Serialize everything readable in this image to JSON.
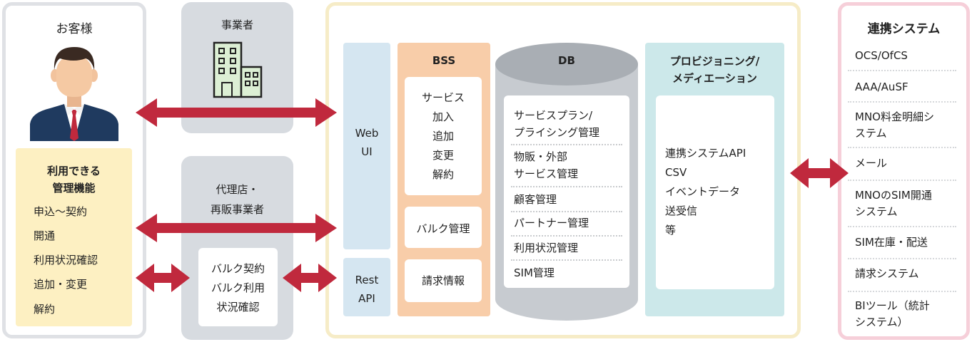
{
  "colors": {
    "arrow": "#c0293d",
    "customer_border": "#dfe1e5",
    "features_bg": "#fdf0c2",
    "gray_panel": "#d7dbe0",
    "system_border": "#f6ecc7",
    "webui_bg": "#d5e6f1",
    "bss_bg": "#f8cda9",
    "db_body": "#c7cbd0",
    "provisioning_bg": "#cce8ea",
    "linked_border": "#f6cfd9"
  },
  "customer": {
    "title": "お客様",
    "icon": "person-icon",
    "features_title_1": "利用できる",
    "features_title_2": "管理機能",
    "features": [
      "申込～契約",
      "開通",
      "利用状況確認",
      "追加・変更",
      "解約"
    ]
  },
  "provider": {
    "title": "事業者",
    "icon": "building-icon"
  },
  "agency": {
    "title_1": "代理店・",
    "title_2": "再販事業者",
    "bulk_1": "バルク契約",
    "bulk_2": "バルク利用",
    "bulk_3": "状況確認"
  },
  "interfaces": {
    "webui_1": "Web",
    "webui_2": "UI",
    "rest_1": "Rest",
    "rest_2": "API"
  },
  "bss": {
    "title": "BSS",
    "service": [
      "サービス",
      "加入",
      "追加",
      "変更",
      "解約"
    ],
    "bulk": "バルク管理",
    "billing": "請求情報"
  },
  "db": {
    "title": "DB",
    "items": [
      [
        "サービスプラン/",
        "プライシング管理"
      ],
      [
        "物販・外部",
        "サービス管理"
      ],
      [
        "顧客管理"
      ],
      [
        "パートナー管理"
      ],
      [
        "利用状況管理"
      ],
      [
        "SIM管理"
      ]
    ]
  },
  "provisioning": {
    "title_1": "プロビジョニング/",
    "title_2": "メディエーション",
    "items": [
      "連携システムAPI",
      "CSV",
      "イベントデータ",
      "送受信",
      "等"
    ]
  },
  "linked": {
    "title": "連携システム",
    "items": [
      [
        "OCS/OfCS"
      ],
      [
        "AAA/AuSF"
      ],
      [
        "MNO料金明細シ",
        "ステム"
      ],
      [
        "メール"
      ],
      [
        "MNOのSIM開通",
        "システム"
      ],
      [
        "SIM在庫・配送"
      ],
      [
        "請求システム"
      ],
      [
        "BIツール（統計",
        "システム）"
      ]
    ]
  }
}
